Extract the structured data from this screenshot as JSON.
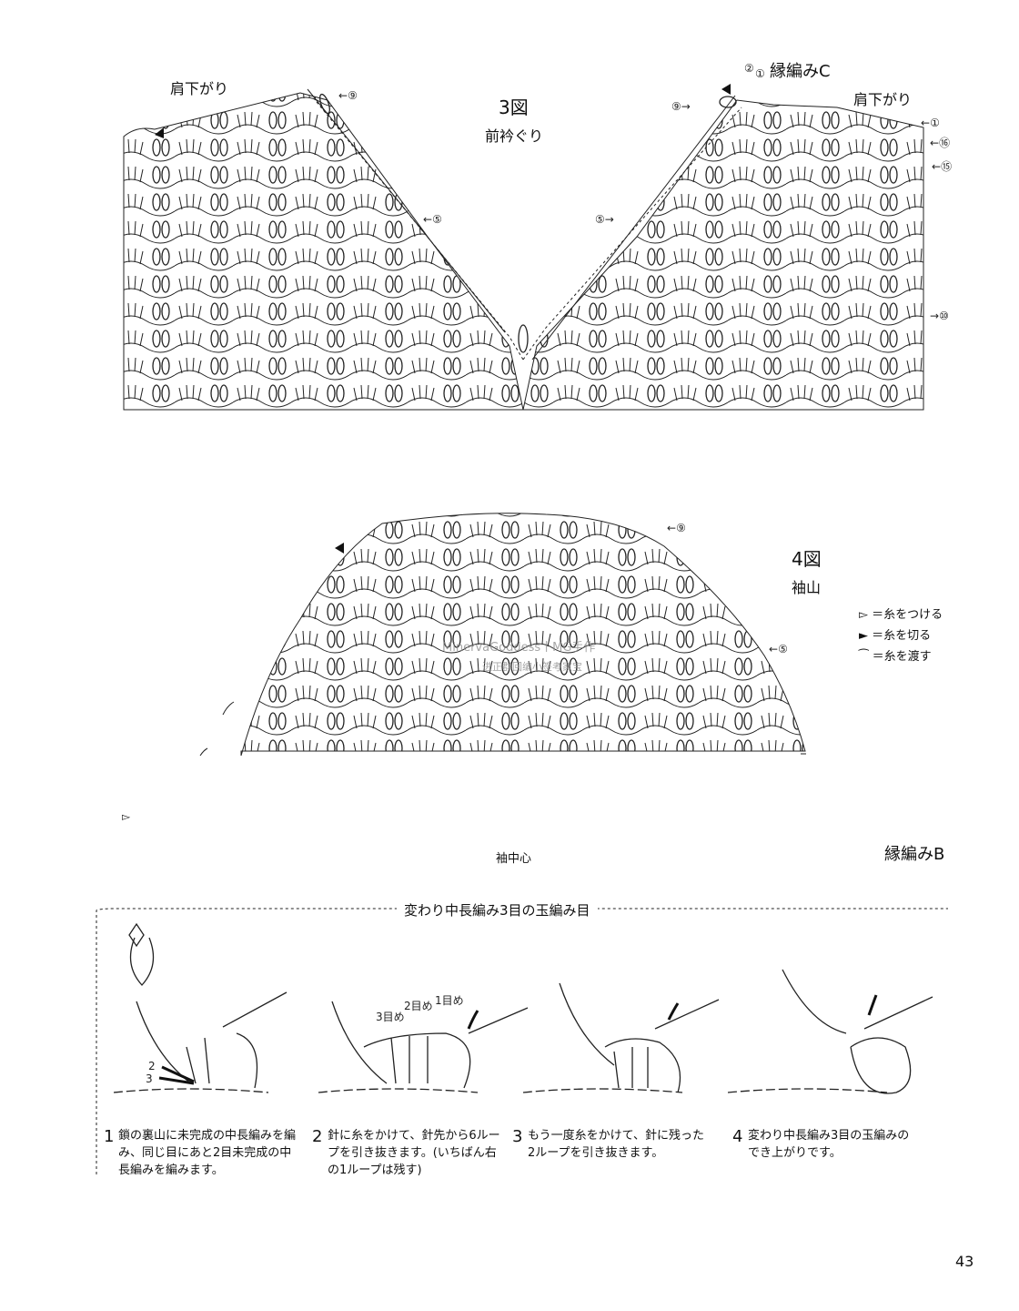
{
  "fig3": {
    "number": "3図",
    "title": "前衿ぐり",
    "left_label": "肩下がり",
    "right_label": "肩下がり",
    "edge_label": "縁編みC",
    "markers": [
      "⑨",
      "⑤",
      "⑨",
      "⑤",
      "①",
      "⑯",
      "⑮",
      "⑩"
    ],
    "top_markers": [
      "②",
      "①"
    ]
  },
  "fig4": {
    "number": "4図",
    "title": "袖山",
    "markers": [
      "⑨",
      "⑤"
    ],
    "center_label": "袖中心",
    "edge_label": "縁編みB"
  },
  "legend": {
    "items": [
      {
        "symbol": "▻",
        "text": "＝糸をつける"
      },
      {
        "symbol": "►",
        "text": "＝糸を切る"
      },
      {
        "symbol": "⁀",
        "text": "＝糸を渡す"
      }
    ]
  },
  "watermark": {
    "line1": "MinervaGoddess丨MG手作",
    "line2": "进正群回编小签考家宝"
  },
  "tutorial": {
    "title": "変わり中長編み3目の玉編み目",
    "steps": [
      {
        "num": "1",
        "text": "鎖の裏山に未完成の中長編みを編み、同じ目にあと2目未完成の中長編みを編みます。",
        "labels": [
          "2",
          "3"
        ]
      },
      {
        "num": "2",
        "text": "針に糸をかけて、針先から6ループを引き抜きます。(いちばん右の1ループは残す)",
        "labels": [
          "3目め",
          "2目め",
          "1目め"
        ]
      },
      {
        "num": "3",
        "text": "もう一度糸をかけて、針に残った2ループを引き抜きます。",
        "labels": []
      },
      {
        "num": "4",
        "text": "変わり中長編み3目の玉編みのでき上がりです。",
        "labels": []
      }
    ]
  },
  "page_number": "43"
}
